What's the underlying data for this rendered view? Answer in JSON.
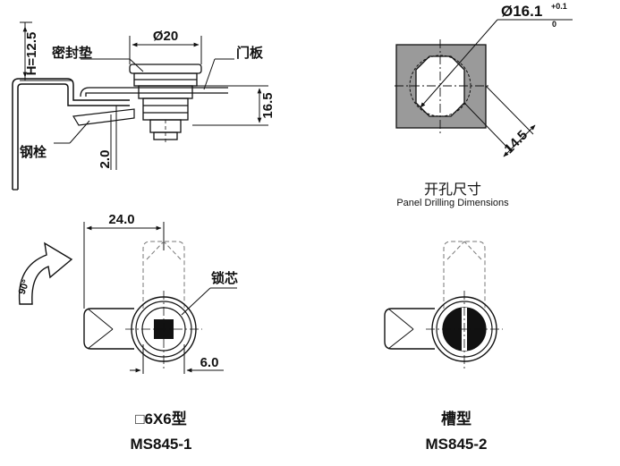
{
  "side_view": {
    "dim_h": "H=12.5",
    "dim_dia": "Ø20",
    "label_gasket": "密封垫",
    "label_panel": "门板",
    "dim_thickness": "16.5",
    "label_latch": "钢栓",
    "dim_latch": "2.0"
  },
  "panel_hole": {
    "dim_dia_main": "Ø16.1",
    "dim_tol_upper": "+0.1",
    "dim_tol_lower": "0",
    "dim_flat": "14.5",
    "caption_cn": "开孔尺寸",
    "caption_en": "Panel Drilling Dimensions"
  },
  "variant_1": {
    "dim_width": "24.0",
    "label_core": "锁芯",
    "dim_key": "6.0",
    "rotation": "90°",
    "type_cn": "□6X6型",
    "model": "MS845-1"
  },
  "variant_2": {
    "type_cn": "槽型",
    "model": "MS845-2"
  },
  "colors": {
    "line": "#111111",
    "panel_fill": "#9a9a9a",
    "dash": "#777777",
    "arrow_fill": "#ffffff"
  }
}
